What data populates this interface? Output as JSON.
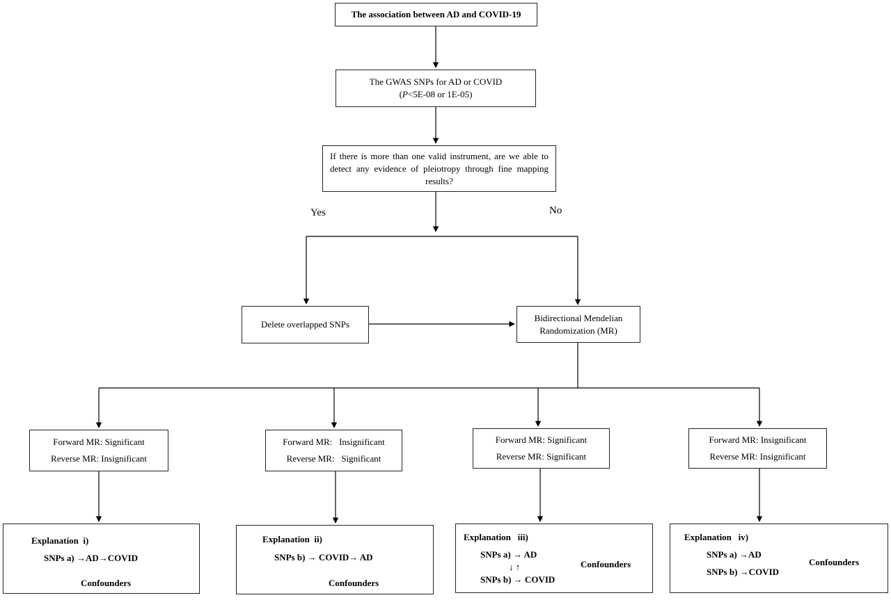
{
  "nodes": {
    "title": "The association between AD and COVID-19",
    "gwas": {
      "line1": "The GWAS SNPs for AD or COVID",
      "p_italic": "P",
      "line2_rest": "<5E-08 or 1E-05)",
      "paren_open": "("
    },
    "question": "If there is more than one valid instrument, are we able to detect any evidence of pleiotropy through fine mapping results?",
    "delete": "Delete overlapped SNPs",
    "mr": {
      "line1": "Bidirectional Mendelian",
      "line2": "Randomization (MR)"
    }
  },
  "branches": {
    "yes": "Yes",
    "no": "No"
  },
  "outcomes": [
    {
      "forward": "Forward MR: Significant",
      "reverse": "Reverse MR: Insignificant"
    },
    {
      "forward": "Forward MR:   Insignificant",
      "reverse": "Reverse MR:   Significant"
    },
    {
      "forward": "Forward MR: Significant",
      "reverse": "Reverse MR: Significant"
    },
    {
      "forward": "Forward MR: Insignificant",
      "reverse": "Reverse MR: Insignificant"
    }
  ],
  "explanations": [
    {
      "title": "Explanation  i)",
      "snp_line": "SNPs a) →AD→COVID",
      "confounders": "Confounders"
    },
    {
      "title": "Explanation  ii)",
      "snp_line": "SNPs b) → COVID→ AD",
      "confounders": "Confounders"
    },
    {
      "title": "Explanation   iii)",
      "snp_a": "SNPs a) → AD",
      "bidir": "↓ ↑",
      "snp_b": "SNPs b) → COVID",
      "confounders": "Confounders"
    },
    {
      "title": "Explanation   iv)",
      "snp_a": "SNPs a) →AD",
      "snp_b": "SNPs b) →COVID",
      "confounders": "Confounders"
    }
  ]
}
